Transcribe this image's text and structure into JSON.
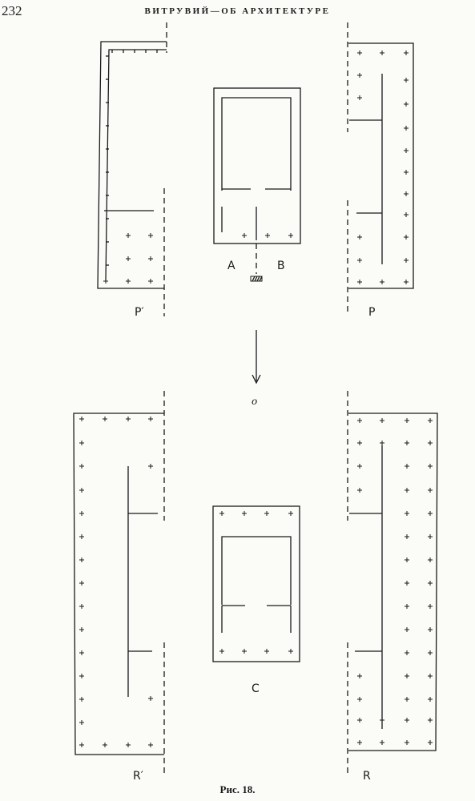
{
  "page_number": "232",
  "running_head": "ВИТРУВИЙ—ОБ АРХИТЕКТУРЕ",
  "caption": "Рис. 18.",
  "labels": {
    "a": "A",
    "b": "B",
    "p_prime": "P′",
    "p": "P",
    "o": "o",
    "r_prime": "R′",
    "c": "C",
    "r": "R"
  },
  "ink_color": "#1a1a1a"
}
